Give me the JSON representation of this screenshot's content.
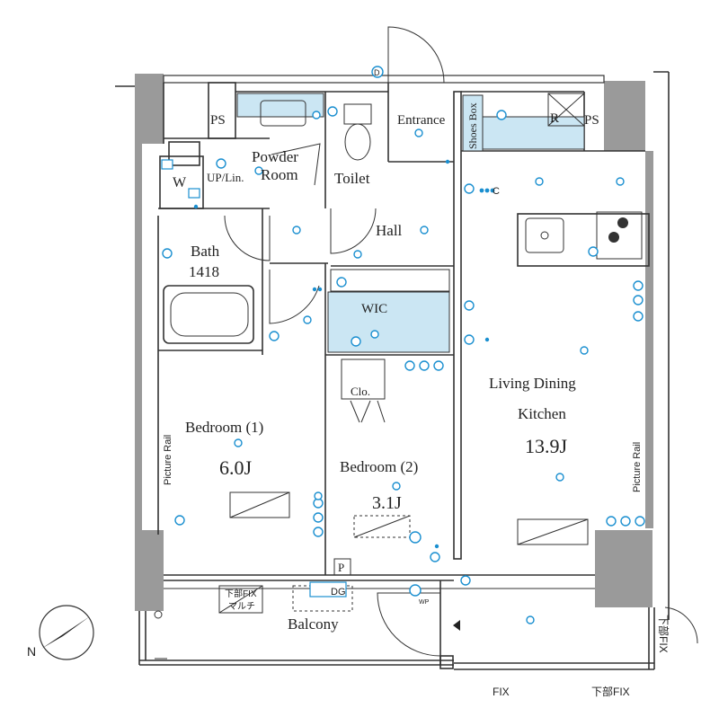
{
  "rooms": {
    "ps_left": "PS",
    "ps_right": "PS",
    "entrance": "Entrance",
    "shoes_box": "Shoes Box",
    "r_label": "R",
    "powder_room_1": "Powder",
    "powder_room_2": "Room",
    "up_lin": "UP/Lin.",
    "w_label": "W",
    "toilet": "Toilet",
    "hall": "Hall",
    "bath": "Bath",
    "bath_size": "1418",
    "wic": "WIC",
    "clo": "Clo.",
    "bedroom1": "Bedroom (1)",
    "bedroom1_size": "6.0J",
    "bedroom2": "Bedroom (2)",
    "bedroom2_size": "3.1J",
    "ldk_1": "Living Dining",
    "ldk_2": "Kitchen",
    "ldk_size": "13.9J",
    "balcony": "Balcony",
    "p_label": "P",
    "c_label": "C",
    "d_label": "D",
    "picture_rail_left": "Picture Rail",
    "picture_rail_right": "Picture Rail",
    "fix_bottom": "FIX",
    "kabu_fix_bottom": "下部FIX",
    "kabu_fix_right": "下部FIX",
    "kabu_fix_balcony": "下部FIX",
    "multi": "マルチ",
    "wp": "WP",
    "dg": "DG",
    "north": "N"
  },
  "colors": {
    "wall": "#9a9a9a",
    "accent_blue": "#1a8fd0",
    "storage_fill": "#cbe6f3"
  }
}
